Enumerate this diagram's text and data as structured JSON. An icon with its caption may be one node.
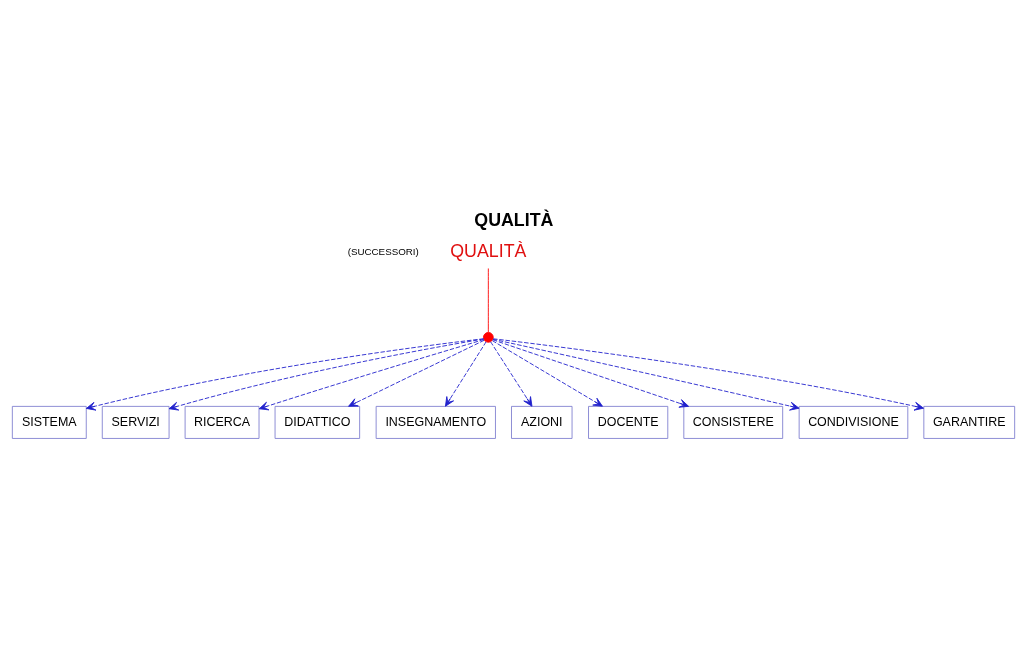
{
  "diagram": {
    "title": "QUALITÀ",
    "nodes": [
      {
        "text": [
          "QUALITÀ"
        ]
      },
      {
        "text": [],
        "shape": "circle"
      },
      {
        "text": [
          "SISTEMA"
        ]
      },
      {
        "text": [
          "SERVIZI"
        ]
      },
      {
        "text": [
          "RICERCA"
        ]
      },
      {
        "text": [
          "DIDATTICO"
        ]
      },
      {
        "text": [
          "INSEGNAMENTO"
        ]
      },
      {
        "text": [
          "AZIONI"
        ]
      },
      {
        "text": [
          "DOCENTE"
        ]
      },
      {
        "text": [
          "CONSISTERE"
        ]
      },
      {
        "text": [
          "CONDIVISIONE"
        ]
      },
      {
        "text": [
          "GARANTIRE"
        ]
      }
    ],
    "edges": [
      {
        "from": 0,
        "to": 1,
        "arrow": "none",
        "color": "#ff0000"
      },
      {
        "from": 1,
        "to": 2,
        "arrow": "to",
        "style": "dashed"
      },
      {
        "from": 1,
        "to": 3,
        "arrow": "to",
        "style": "dashed"
      },
      {
        "from": 1,
        "to": 4,
        "arrow": "to",
        "style": "dashed"
      },
      {
        "from": 1,
        "to": 5,
        "arrow": "to",
        "style": "dashed"
      },
      {
        "from": 1,
        "to": 6,
        "arrow": "to",
        "style": "dashed"
      },
      {
        "from": 1,
        "to": 7,
        "arrow": "to",
        "style": "dashed"
      },
      {
        "from": 1,
        "to": 8,
        "arrow": "to",
        "style": "dashed"
      },
      {
        "from": 1,
        "to": 9,
        "arrow": "to",
        "style": "dashed"
      },
      {
        "from": 1,
        "to": 10,
        "arrow": "to",
        "style": "dashed"
      },
      {
        "from": 1,
        "to": 11,
        "arrow": "to",
        "style": "dashed"
      }
    ],
    "labels": [
      "(SUCCESSORI)"
    ]
  }
}
